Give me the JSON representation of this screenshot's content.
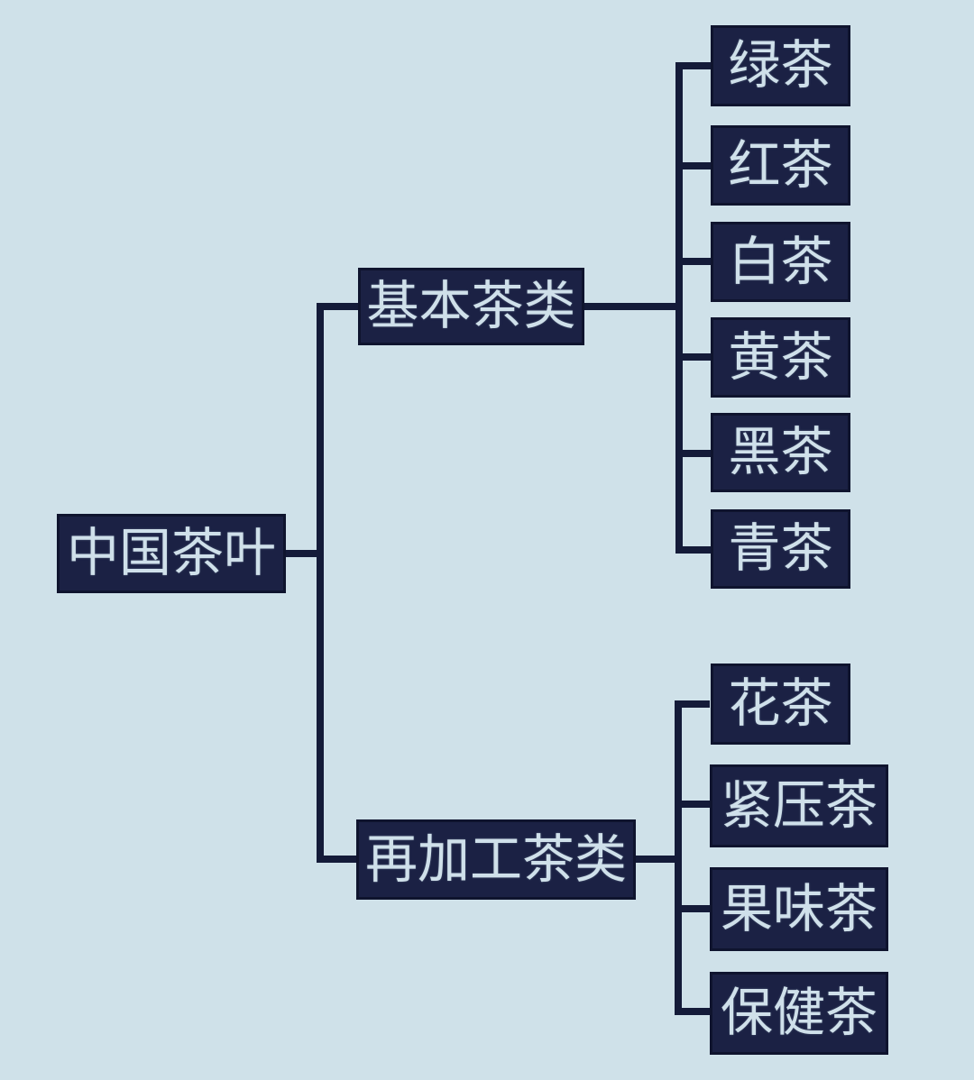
{
  "diagram": {
    "title_semantic": "chinese-tea-classification-tree",
    "colors": {
      "background": "#cfe1e9",
      "node_fill": "#1b2144",
      "node_border": "#0f142e",
      "node_text": "#cfe0ea",
      "line": "#141b39"
    },
    "root": {
      "label": "中国茶叶"
    },
    "branches": [
      {
        "label": "基本茶类",
        "children": [
          {
            "label": "绿茶"
          },
          {
            "label": "红茶"
          },
          {
            "label": "白茶"
          },
          {
            "label": "黄茶"
          },
          {
            "label": "黑茶"
          },
          {
            "label": "青茶"
          }
        ]
      },
      {
        "label": "再加工茶类",
        "children": [
          {
            "label": "花茶"
          },
          {
            "label": "紧压茶"
          },
          {
            "label": "果味茶"
          },
          {
            "label": "保健茶"
          }
        ]
      }
    ]
  }
}
